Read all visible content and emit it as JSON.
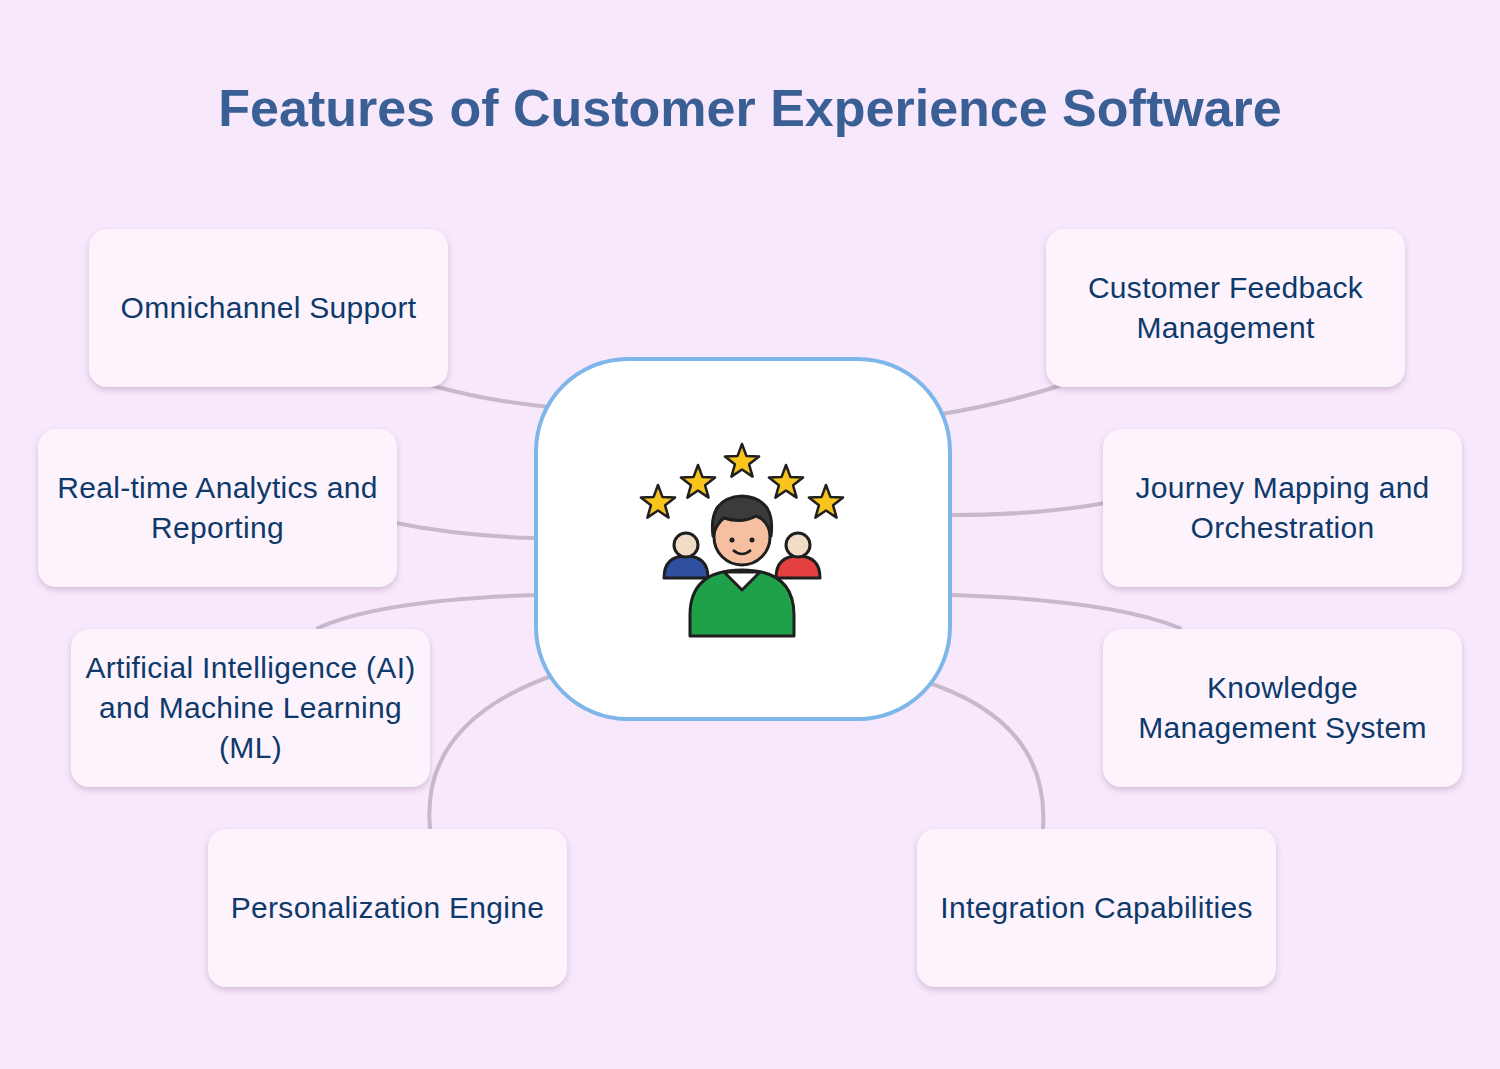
{
  "diagram": {
    "title": "Features of Customer Experience Software",
    "nodes": [
      {
        "text": [
          "Omnichannel Support"
        ]
      },
      {
        "text": [
          "Customer Feedback Management"
        ]
      },
      {
        "text": [
          "Real-time Analytics and Reporting"
        ]
      },
      {
        "text": [
          "Journey Mapping and Orchestration"
        ]
      },
      {
        "text": [
          "Artificial Intelligence (AI) and Machine Learning (ML)"
        ]
      },
      {
        "text": [
          "Knowledge Management System"
        ]
      },
      {
        "text": [
          "Personalization Engine"
        ]
      },
      {
        "text": [
          "Integration Capabilities"
        ]
      }
    ],
    "edges": []
  }
}
